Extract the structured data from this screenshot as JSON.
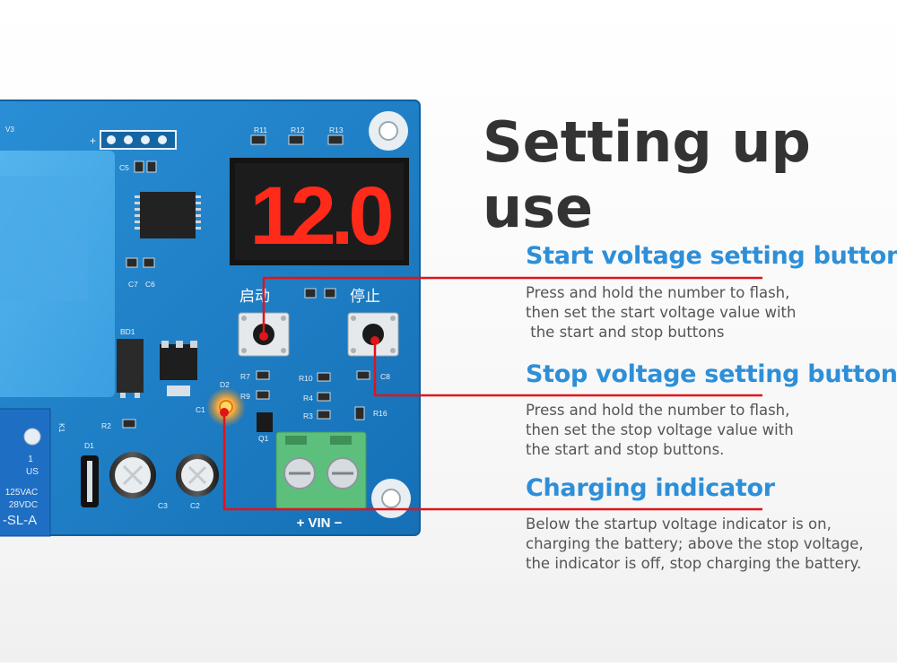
{
  "title": "Setting up use",
  "board": {
    "version_label": "V3",
    "start_button_label": "启动",
    "stop_button_label": "停止",
    "display_value": "12.0",
    "input_label": "+ VIN −",
    "relay_lines": [
      "1",
      "US",
      "125VAC",
      "28VDC",
      "-SL-A"
    ],
    "component_labels": {
      "r11": "R11",
      "r12": "R12",
      "r13": "R13",
      "c5": "C5",
      "c7": "C7",
      "c6": "C6",
      "bd1": "BD1",
      "r7": "R7",
      "r9": "R9",
      "r10": "R10",
      "r4": "R4",
      "r3": "R3",
      "c8": "C8",
      "r16": "R16",
      "d2": "D2",
      "c1": "C1",
      "r2": "R2",
      "d1": "D1",
      "c3": "C3",
      "c2": "C2",
      "q1": "Q1",
      "k1": "K1"
    },
    "colors": {
      "pcb": "#1f7fc6",
      "led": "#ff2a1a",
      "terminal": "#5cbf7c",
      "callout_line": "#e0141a"
    }
  },
  "features": [
    {
      "heading": "Start voltage setting button",
      "lines": [
        "Press and hold the number to flash,",
        "then set the start voltage value with",
        " the start and stop buttons"
      ]
    },
    {
      "heading": "Stop voltage setting button",
      "lines": [
        "Press and hold the number to flash,",
        "then set the stop voltage value with",
        "the start and stop buttons."
      ]
    },
    {
      "heading": "Charging indicator",
      "lines": [
        "Below the startup voltage indicator is on,",
        "charging the battery; above the stop voltage,",
        "the indicator is off, stop charging the battery."
      ]
    }
  ]
}
